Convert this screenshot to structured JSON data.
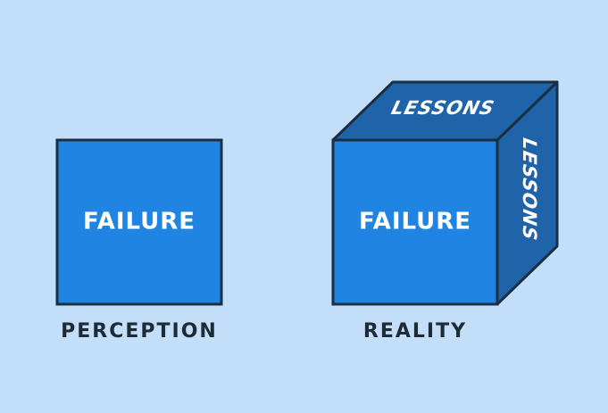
{
  "colors": {
    "background": "#c2def9",
    "front_face": "#1f84e2",
    "top_face": "#1f63a8",
    "side_face": "#1f63a8",
    "outline": "#1b2f42",
    "box_text": "#ffffff",
    "caption_text": "#1e2a36"
  },
  "perception": {
    "box_label": "FAILURE",
    "caption": "PERCEPTION"
  },
  "reality": {
    "box_label": "FAILURE",
    "top_label": "LESSONS",
    "side_label": "LESSONS",
    "caption": "REALITY"
  }
}
